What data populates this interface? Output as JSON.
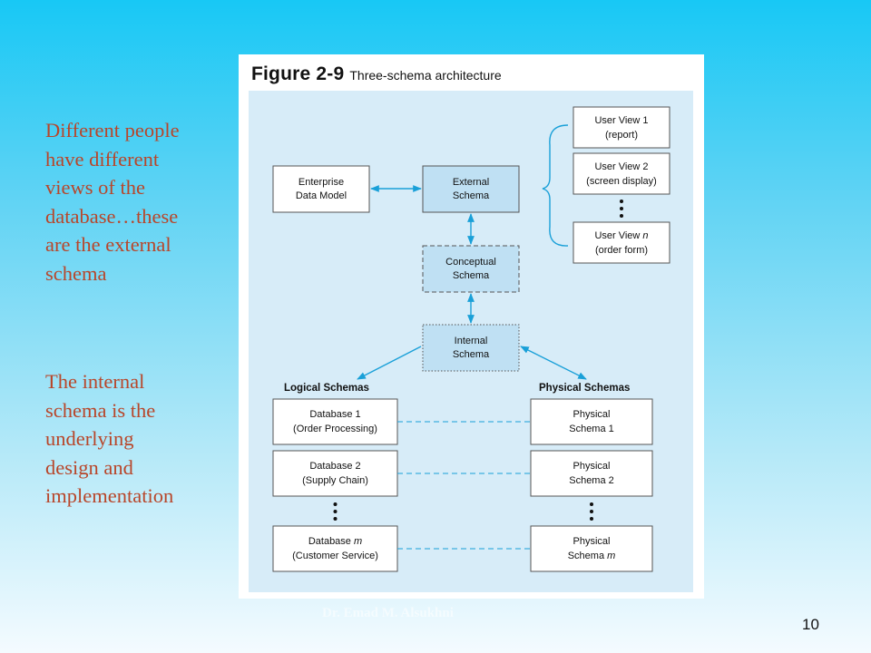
{
  "left_text": {
    "block1": [
      "Different people",
      "have different",
      "views of the",
      "database…these",
      "are the external",
      "schema"
    ],
    "block2": [
      "The internal",
      "schema is the",
      "underlying",
      "design and",
      "implementation"
    ]
  },
  "figure": {
    "number": "Figure 2-9",
    "caption": "Three-schema architecture",
    "enterprise": [
      "Enterprise",
      "Data Model"
    ],
    "external": [
      "External",
      "Schema"
    ],
    "conceptual": [
      "Conceptual",
      "Schema"
    ],
    "internal": [
      "Internal",
      "Schema"
    ],
    "user_views": [
      [
        "User View 1",
        "(report)"
      ],
      [
        "User View 2",
        "(screen display)"
      ],
      [
        "User View ",
        "n",
        "(order form)"
      ]
    ],
    "logical_header": "Logical Schemas",
    "physical_header": "Physical Schemas",
    "logical": [
      [
        "Database 1",
        "(Order Processing)"
      ],
      [
        "Database 2",
        "(Supply Chain)"
      ],
      [
        "Database ",
        "m",
        "(Customer Service)"
      ]
    ],
    "physical": [
      [
        "Physical",
        "Schema 1"
      ],
      [
        "Physical",
        "Schema 2"
      ],
      [
        "Physical",
        "Schema ",
        "m"
      ]
    ],
    "colors": {
      "panel": "#d7ecf8",
      "schema_fill": "#bfe0f3",
      "arrow": "#1aa0d8",
      "border": "#555555"
    }
  },
  "footer": {
    "watermark": "Dr. Emad M. Alsukhni",
    "page_number": "10"
  }
}
